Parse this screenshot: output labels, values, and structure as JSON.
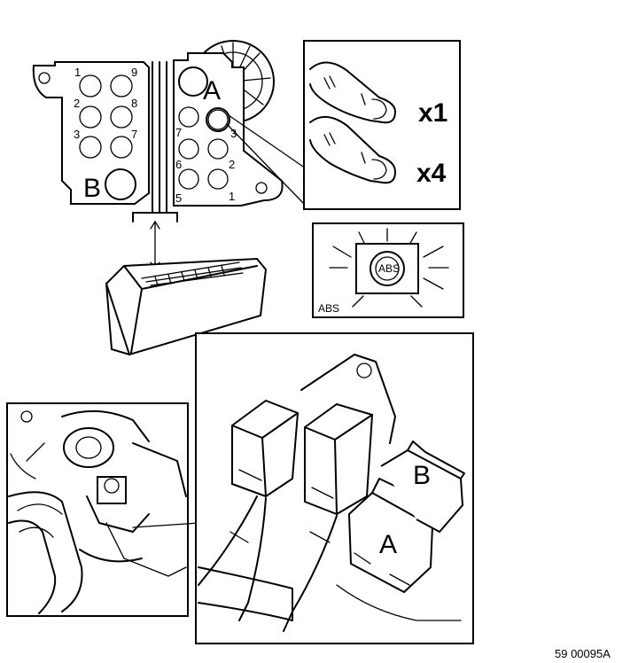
{
  "connector_panel": {
    "label_a": "A",
    "label_b": "B",
    "pins_b": [
      "1",
      "9",
      "2",
      "8",
      "3",
      "7"
    ],
    "pins_a": [
      "7",
      "3",
      "6",
      "2",
      "5",
      "1"
    ]
  },
  "press_panel": {
    "count_1": "x1",
    "count_2": "x4"
  },
  "warning_panel": {
    "lamp_text": "ABS",
    "caption": "ABS"
  },
  "connector_closeup": {
    "label_a": "A",
    "label_b": "B"
  },
  "figure_code": "59 00095A"
}
